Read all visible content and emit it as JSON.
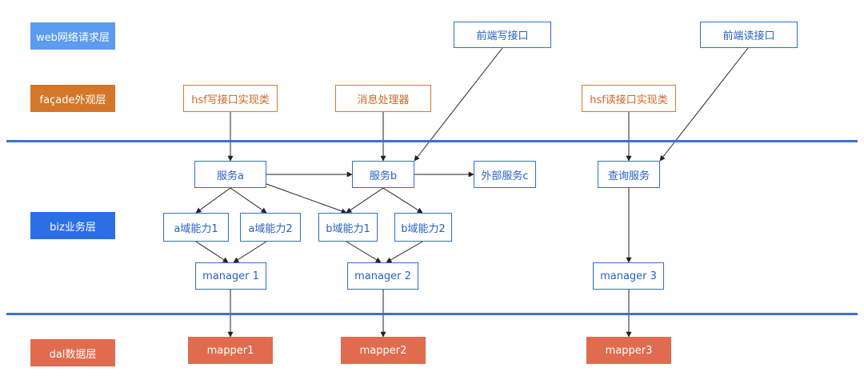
{
  "layers": {
    "web": "web网络请求层",
    "facade": "façade外观层",
    "biz": "biz业务层",
    "dal": "dal数据层"
  },
  "web_interfaces": {
    "write": "前端写接口",
    "read": "前端读接口"
  },
  "facade_boxes": {
    "hsf_write": "hsf写接口实现类",
    "message_handler": "消息处理器",
    "hsf_read": "hsf读接口实现类"
  },
  "services": {
    "a": "服务a",
    "b": "服务b",
    "external_c": "外部服务c",
    "query": "查询服务"
  },
  "capabilities": {
    "a1": "a域能力1",
    "a2": "a域能力2",
    "b1": "b域能力1",
    "b2": "b域能力2"
  },
  "managers": {
    "m1": "manager 1",
    "m2": "manager 2",
    "m3": "manager 3"
  },
  "mappers": {
    "m1": "mapper1",
    "m2": "mapper2",
    "m3": "mapper3"
  },
  "colors": {
    "layer_web": "#5b9bf0",
    "layer_facade": "#d4772b",
    "layer_biz": "#2b6fe6",
    "layer_dal": "#e06b4e",
    "box_blue": "#2e6fd6",
    "box_orange": "#d47a2c",
    "divider": "#3b6fd9"
  }
}
